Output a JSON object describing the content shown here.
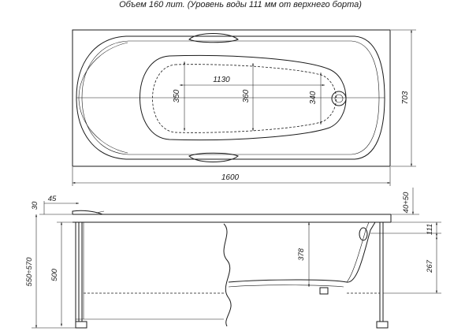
{
  "title": "Объем 160 лит. (Уровень воды 111 мм от верхнего борта)",
  "top_view": {
    "dim_length": "1600",
    "dim_width": "703",
    "dim_inner_length": "1130",
    "dim_inner_width_left": "350",
    "dim_inner_width_mid": "360",
    "dim_inner_width_right": "340"
  },
  "side_view": {
    "dim_rim": "30",
    "dim_lip": "45",
    "dim_rim_offset": "40+50",
    "dim_water": "111",
    "dim_depth": "378",
    "dim_support": "267",
    "dim_inner_height": "500",
    "dim_total_height": "550÷570"
  }
}
